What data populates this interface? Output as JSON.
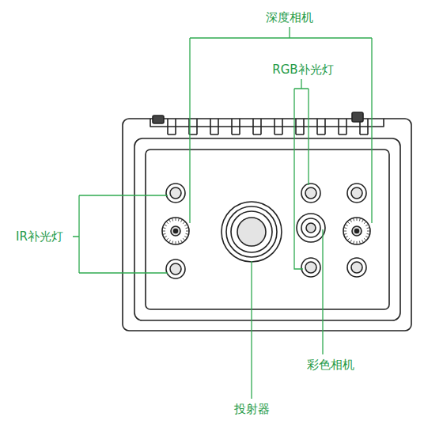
{
  "diagram": {
    "labels": [
      "深度相机",
      "RGB补光灯",
      "IR补光灯",
      "彩色相机",
      "投射器"
    ]
  }
}
